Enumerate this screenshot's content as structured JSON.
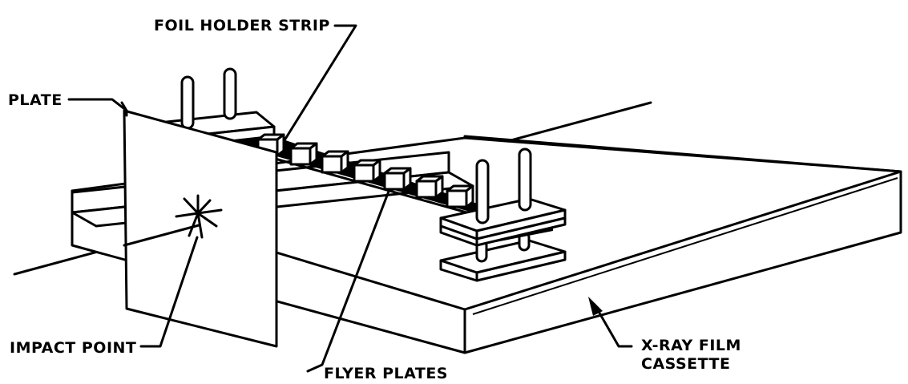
{
  "labels": {
    "foil_holder_strip": "FOIL HOLDER STRIP",
    "plate": "PLATE",
    "impact_point": "IMPACT POINT",
    "flyer_plates": "FLYER PLATES",
    "xray_film_line1": "X-RAY FILM",
    "xray_film_line2": "CASSETTE"
  }
}
